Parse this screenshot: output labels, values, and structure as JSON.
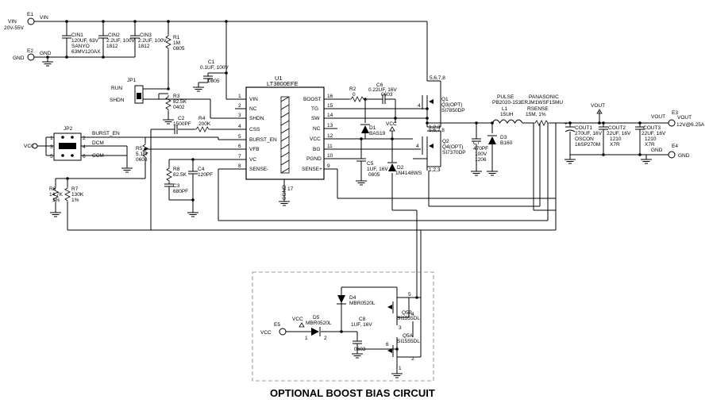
{
  "ports": {
    "e1": {
      "ref": "E1",
      "net": "VIN",
      "desc": "20V-55V",
      "side_label": "VIN"
    },
    "e2": {
      "ref": "E2",
      "net": "GND",
      "side_label": "GND"
    },
    "e3": {
      "ref": "E3",
      "net": "VOUT",
      "desc": "12V@6.25A",
      "side_label": "VOUT"
    },
    "e4": {
      "ref": "E4",
      "net": "GND",
      "side_label": "GND"
    },
    "e5": {
      "ref": "E5",
      "net": "VCC"
    }
  },
  "input_caps": [
    {
      "ref": "CIN1",
      "value": "120UF, 63V",
      "note1": "SANYO",
      "note2": "63MV120AX"
    },
    {
      "ref": "CIN2",
      "value": "2.2UF, 100V",
      "pkg": "1812"
    },
    {
      "ref": "CIN3",
      "value": "2.2UF, 100V",
      "pkg": "1812"
    }
  ],
  "r1": {
    "ref": "R1",
    "value": "1M",
    "pkg": "0805"
  },
  "c1": {
    "ref": "C1",
    "value": "0.1UF, 100V",
    "pkg": "0805"
  },
  "jp1": {
    "ref": "JP1",
    "run": "RUN",
    "shdn": "SHDN"
  },
  "r3": {
    "ref": "R3",
    "value": "82.5K",
    "pkg": "0402"
  },
  "jp2": {
    "ref": "JP2",
    "vcc": "VCC",
    "net": "BURST_EN",
    "dcm": "DCM",
    "ccm": "CCM",
    "pins": [
      "1",
      "2",
      "3",
      "4",
      "5",
      "6"
    ]
  },
  "c2": {
    "ref": "C2",
    "value": "1500PF"
  },
  "r4": {
    "ref": "R4",
    "value": "200K"
  },
  "r5": {
    "ref": "R5",
    "value": "5.1M",
    "pkg": "0603"
  },
  "r6": {
    "ref": "R6",
    "value": "14.7K",
    "tol": "1%"
  },
  "r7": {
    "ref": "R7",
    "value": "130K",
    "tol": "1%"
  },
  "r8": {
    "ref": "R8",
    "value": "82.5K"
  },
  "c3": {
    "ref": "C3",
    "value": "680PF"
  },
  "c4": {
    "ref": "C4",
    "value": "120PF"
  },
  "u1": {
    "ref": "U1",
    "part": "LT3800EFE",
    "left_pins": [
      {
        "num": "1",
        "name": "VIN"
      },
      {
        "num": "2",
        "name": "NC"
      },
      {
        "num": "3",
        "name": "SHDN"
      },
      {
        "num": "4",
        "name": "CSS"
      },
      {
        "num": "5",
        "name": "BURST_EN"
      },
      {
        "num": "6",
        "name": "VFB"
      },
      {
        "num": "7",
        "name": "VC"
      },
      {
        "num": "8",
        "name": "SENSE-"
      }
    ],
    "right_pins": [
      {
        "num": "16",
        "name": "BOOST"
      },
      {
        "num": "15",
        "name": "TG"
      },
      {
        "num": "14",
        "name": "SW"
      },
      {
        "num": "13",
        "name": "NC"
      },
      {
        "num": "12",
        "name": "VCC"
      },
      {
        "num": "11",
        "name": "BG"
      },
      {
        "num": "10",
        "name": "PGND"
      },
      {
        "num": "9",
        "name": "SENSE+"
      }
    ],
    "sgnd": "SGND",
    "sgnd_pin": "17"
  },
  "r2": {
    "ref": "R2",
    "value": "0"
  },
  "c6": {
    "ref": "C6",
    "value": "0.22UF, 16V",
    "pkg": "0603"
  },
  "d1": {
    "ref": "D1",
    "part": "BAS19"
  },
  "vcc_label": "VCC",
  "c5": {
    "ref": "C5",
    "value": "1UF, 16V",
    "pkg": "0805"
  },
  "d2": {
    "ref": "D2",
    "part": "1N4148WS"
  },
  "q1": {
    "ref": "Q1",
    "alt": "Q3(OPT)",
    "part": "SI7850DP"
  },
  "q2": {
    "ref": "Q2",
    "alt": "Q4(OPT)",
    "part": "SI7370DP"
  },
  "q_pins": [
    "4",
    "4",
    "1,2,3",
    "5,6,7,8",
    "5,6,7,8",
    "1,2,3"
  ],
  "c7": {
    "ref": "C7",
    "value": "470PF",
    "volt": "100V",
    "pkg": "1206"
  },
  "d3": {
    "ref": "D3",
    "part": "B160"
  },
  "l1": {
    "mfr": "PULSE",
    "pn": "PB2020-153",
    "ref": "L1",
    "value": "15UH"
  },
  "rsense": {
    "mfr": "PANASONIC",
    "pn": "ERJM1WSF15MU",
    "ref": "RSENSE",
    "value": "15M, 1%"
  },
  "cout1": {
    "ref": "COUT1",
    "value": "270UF, 16V",
    "mfr": "OSCON",
    "pn": "16SP270M"
  },
  "cout2": {
    "ref": "COUT2",
    "value": "22UF, 16V",
    "pkg": "1210",
    "diel": "X7R"
  },
  "cout3": {
    "ref": "COUT3",
    "value": "22UF, 16V",
    "pkg": "1210",
    "diel": "X7R"
  },
  "vout_label": "VOUT",
  "boost_bias": {
    "title": "OPTIONAL BOOST BIAS CIRCUIT",
    "d4": {
      "ref": "D4",
      "part": "MBR0520L"
    },
    "d5": {
      "ref": "D5",
      "part": "MBR0520L"
    },
    "c8": {
      "ref": "C8",
      "value": "1UF, 16V",
      "pkg": "0603"
    },
    "q5b": {
      "ref": "Q5B",
      "part": "SI1555DL"
    },
    "q5a": {
      "ref": "Q5A",
      "part": "SI1555DL"
    },
    "vcc": "VCC",
    "pins": [
      "1",
      "2",
      "5",
      "4",
      "3",
      "6",
      "1",
      "2"
    ]
  }
}
